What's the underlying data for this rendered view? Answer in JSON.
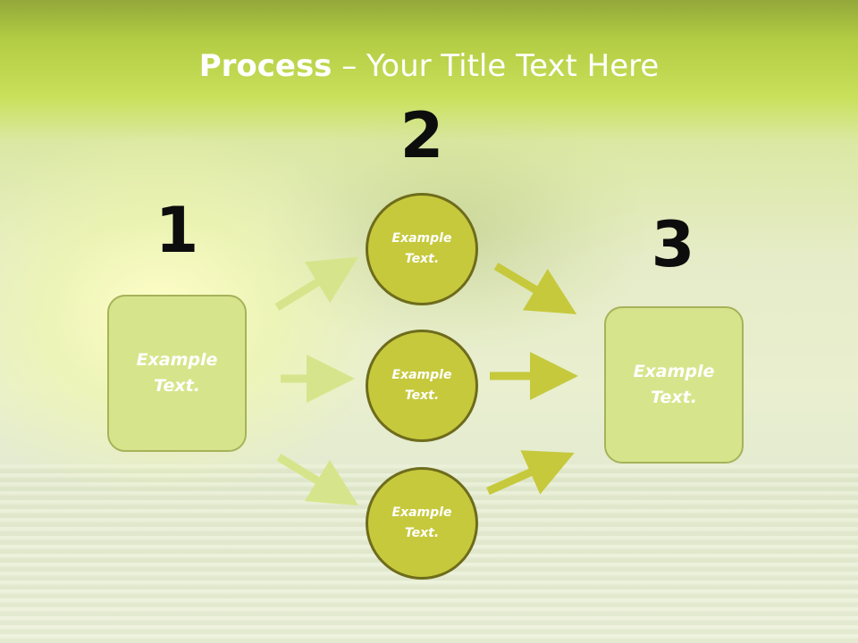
{
  "title": {
    "bold": "Process",
    "rest": " – Your Title Text Here"
  },
  "steps": [
    {
      "number": "1",
      "label_line1": "Example",
      "label_line2": "Text."
    },
    {
      "number": "2",
      "label_line1": "Example",
      "label_line2": "Text."
    },
    {
      "number": "3",
      "label_line1": "Example",
      "label_line2": "Text."
    }
  ],
  "circles": [
    {
      "line1": "Example",
      "line2": "Text."
    },
    {
      "line1": "Example",
      "line2": "Text."
    },
    {
      "line1": "Example",
      "line2": "Text."
    }
  ],
  "colors": {
    "box_fill": "#d6e58b",
    "circle_fill": "#c6c93c",
    "arrow_left": "#d6e58b",
    "arrow_right": "#c6c93c",
    "number_text": "#0d0d0d"
  }
}
